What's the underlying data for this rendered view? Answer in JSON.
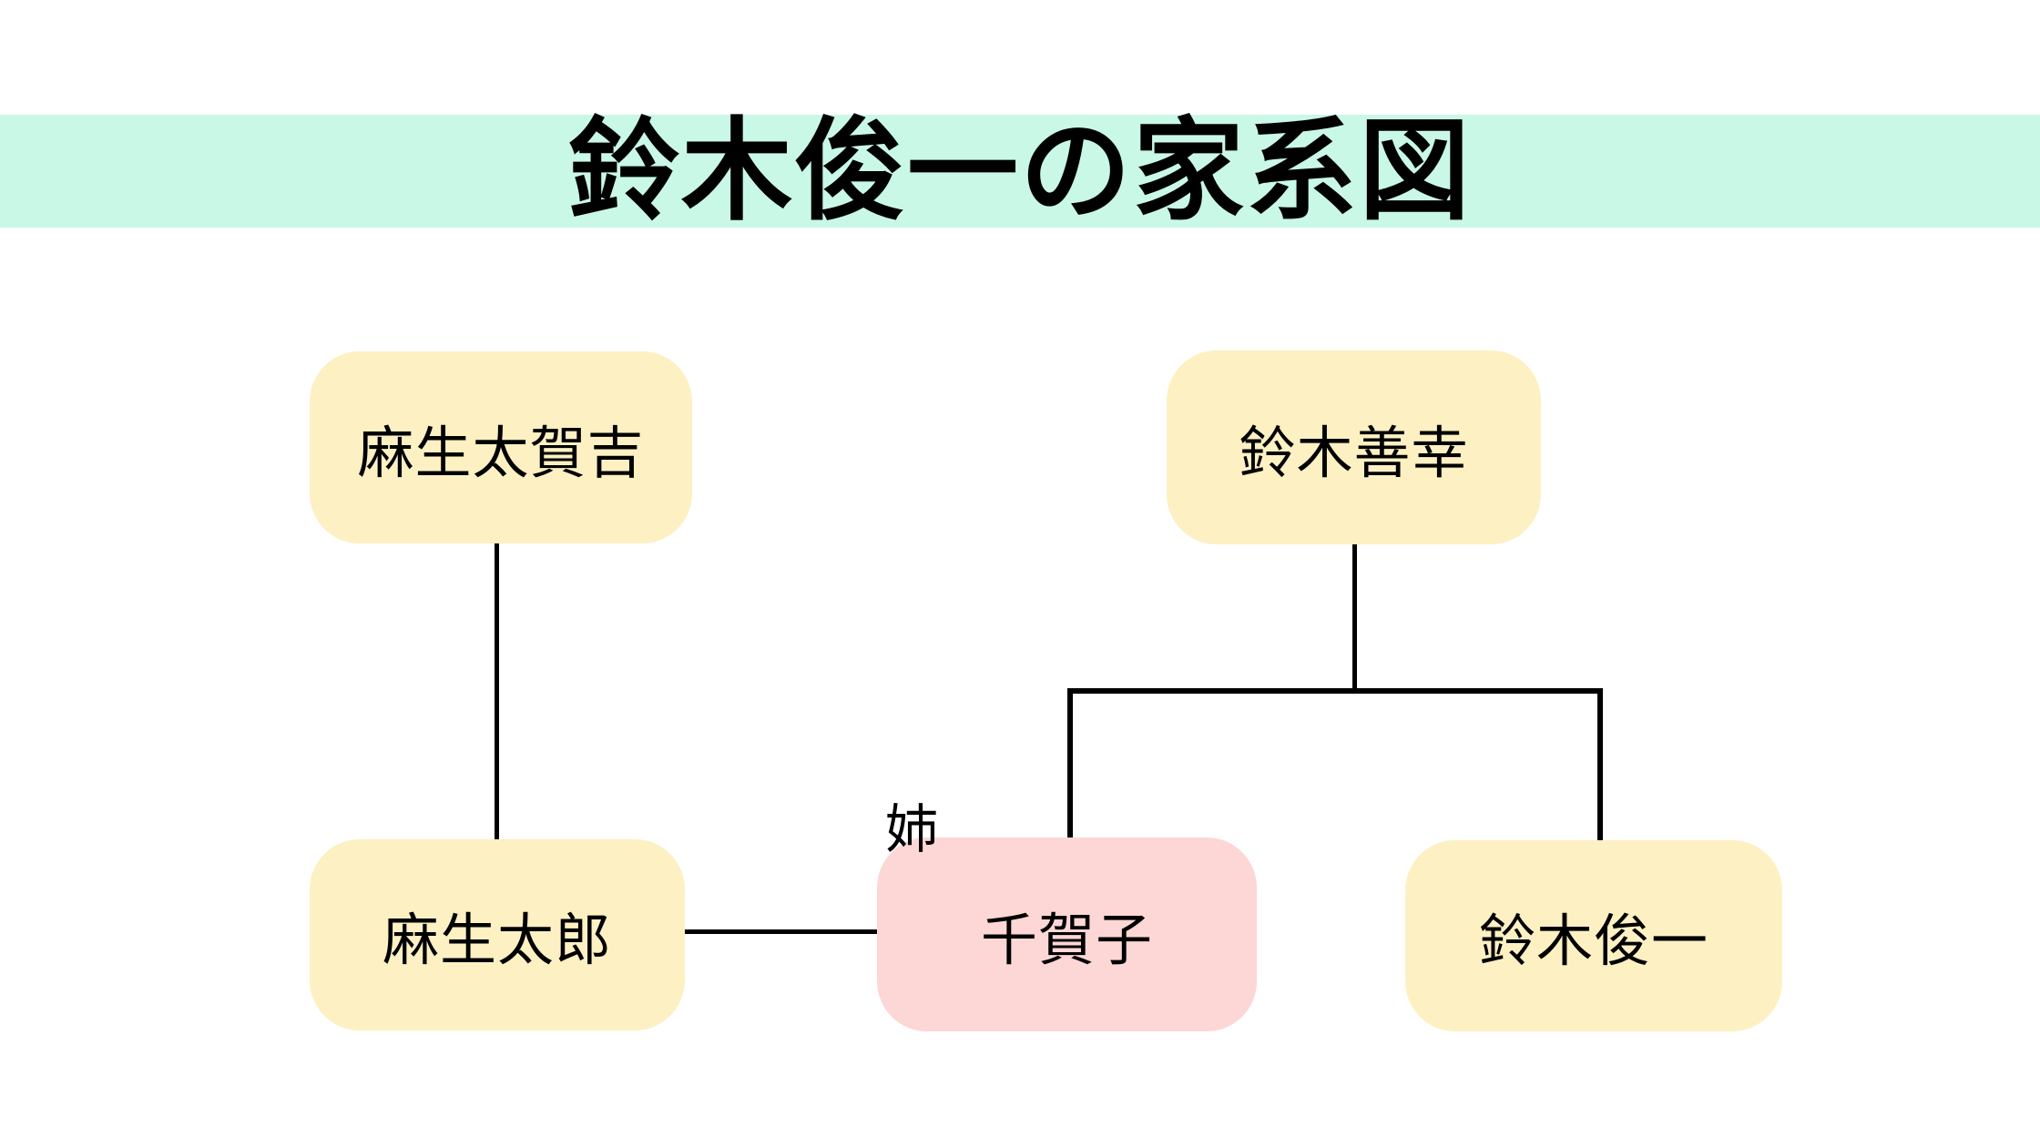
{
  "title": "鈴木俊一の家系図",
  "nodes": [
    {
      "id": "aso-takakichi",
      "label": "麻生太賀吉",
      "color": "yellow"
    },
    {
      "id": "suzuki-zenko",
      "label": "鈴木善幸",
      "color": "yellow"
    },
    {
      "id": "aso-taro",
      "label": "麻生太郎",
      "color": "yellow"
    },
    {
      "id": "chikako",
      "label": "千賀子",
      "color": "pink"
    },
    {
      "id": "suzuki-shunichi",
      "label": "鈴木俊一",
      "color": "yellow"
    }
  ],
  "relation_label": "姉",
  "edges": [
    {
      "from": "麻生太賀吉",
      "to": "麻生太郎",
      "type": "parent-child"
    },
    {
      "from": "鈴木善幸",
      "to": "千賀子",
      "type": "parent-child"
    },
    {
      "from": "鈴木善幸",
      "to": "鈴木俊一",
      "type": "parent-child"
    },
    {
      "from": "麻生太郎",
      "to": "千賀子",
      "type": "marriage"
    }
  ],
  "colors": {
    "banner_bg": "#c9f8e7",
    "node_yellow": "#fdf0c2",
    "node_pink": "#fcd7d5",
    "line": "#000000",
    "page_bg": "#ffffff",
    "text": "#000000"
  }
}
